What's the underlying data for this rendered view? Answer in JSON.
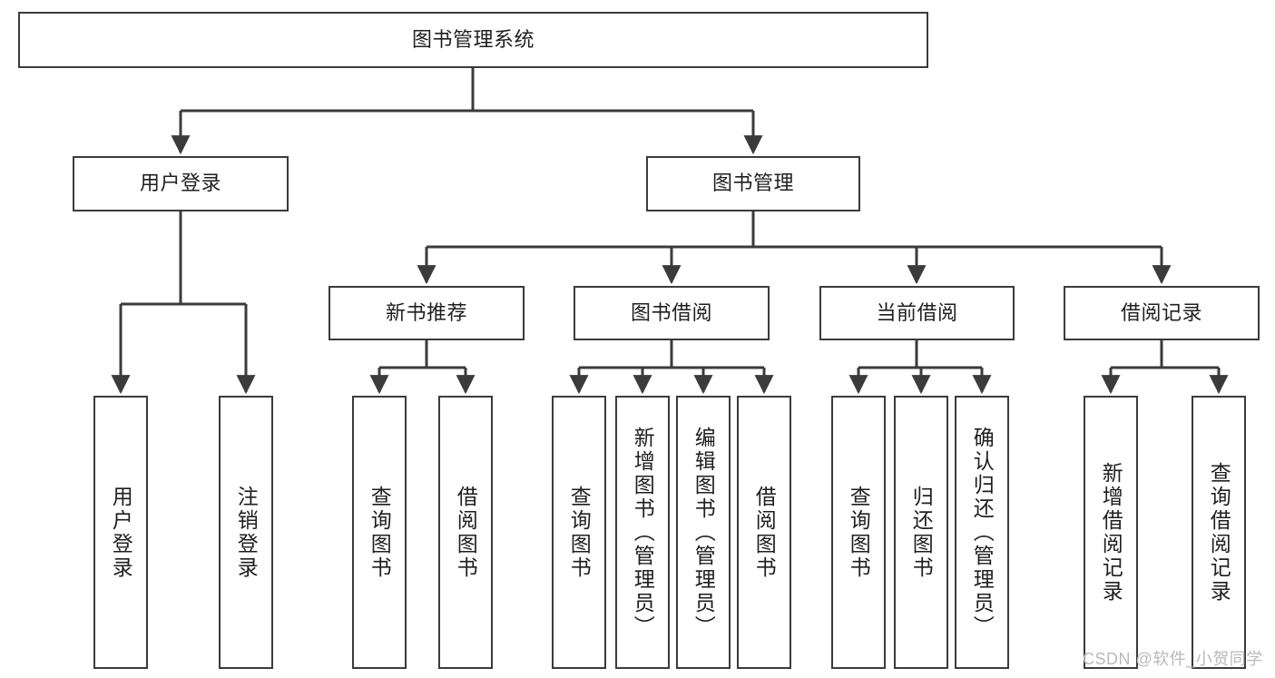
{
  "diagram": {
    "type": "tree",
    "title": "图书管理系统",
    "colors": {
      "background": "#ffffff",
      "box_border": "#3b3b3b",
      "box_fill": "#ffffff",
      "text": "#1f1f1f",
      "connector": "#3b3b3b",
      "watermark": "#b9b9b9"
    },
    "root": {
      "label": "图书管理系统"
    },
    "level1": [
      {
        "label": "用户登录"
      },
      {
        "label": "图书管理"
      }
    ],
    "level2": [
      {
        "label": "新书推荐"
      },
      {
        "label": "图书借阅"
      },
      {
        "label": "当前借阅"
      },
      {
        "label": "借阅记录"
      }
    ],
    "leaves": {
      "user_login": [
        {
          "label": "用户登录"
        },
        {
          "label": "注销登录"
        }
      ],
      "new_book_recommend": [
        {
          "label": "查询图书"
        },
        {
          "label": "借阅图书"
        }
      ],
      "book_borrow": [
        {
          "label": "查询图书"
        },
        {
          "label": "新增图书（管理员）"
        },
        {
          "label": "编辑图书（管理员）"
        },
        {
          "label": "借阅图书"
        }
      ],
      "current_borrow": [
        {
          "label": "查询图书"
        },
        {
          "label": "归还图书"
        },
        {
          "label": "确认归还（管理员）"
        }
      ],
      "borrow_record": [
        {
          "label": "新增借阅记录"
        },
        {
          "label": "查询借阅记录"
        }
      ]
    }
  },
  "watermark": {
    "text": "CSDN @软件_小贺同学"
  }
}
